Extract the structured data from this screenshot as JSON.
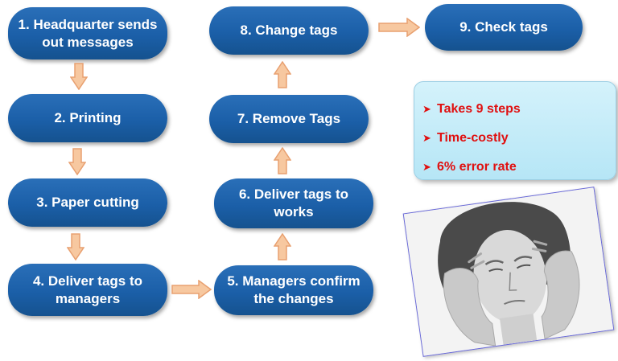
{
  "steps": [
    {
      "id": "1",
      "lines": [
        "1. Headquarter sends",
        "out messages"
      ]
    },
    {
      "id": "2",
      "lines": [
        "2. Printing"
      ]
    },
    {
      "id": "3",
      "lines": [
        "3. Paper cutting"
      ]
    },
    {
      "id": "4",
      "lines": [
        "4. Deliver tags to",
        "managers"
      ]
    },
    {
      "id": "5",
      "lines": [
        "5. Managers confirm",
        "the changes"
      ]
    },
    {
      "id": "6",
      "lines": [
        "6. Deliver tags to",
        "works"
      ]
    },
    {
      "id": "7",
      "lines": [
        "7. Remove Tags"
      ]
    },
    {
      "id": "8",
      "lines": [
        "8. Change tags"
      ]
    },
    {
      "id": "9",
      "lines": [
        "9. Check tags"
      ]
    }
  ],
  "callout": {
    "items": [
      "Takes 9 steps",
      "Time-costly",
      "6% error rate"
    ]
  },
  "colors": {
    "step_fill": "#1b5fa8",
    "arrow_fill": "#f7c8a0",
    "arrow_stroke": "#e8a070",
    "callout_fill": "#c6ecf8",
    "bullet_text": "#e01010"
  },
  "photo": {
    "icon": "stressed-woman-photo"
  }
}
